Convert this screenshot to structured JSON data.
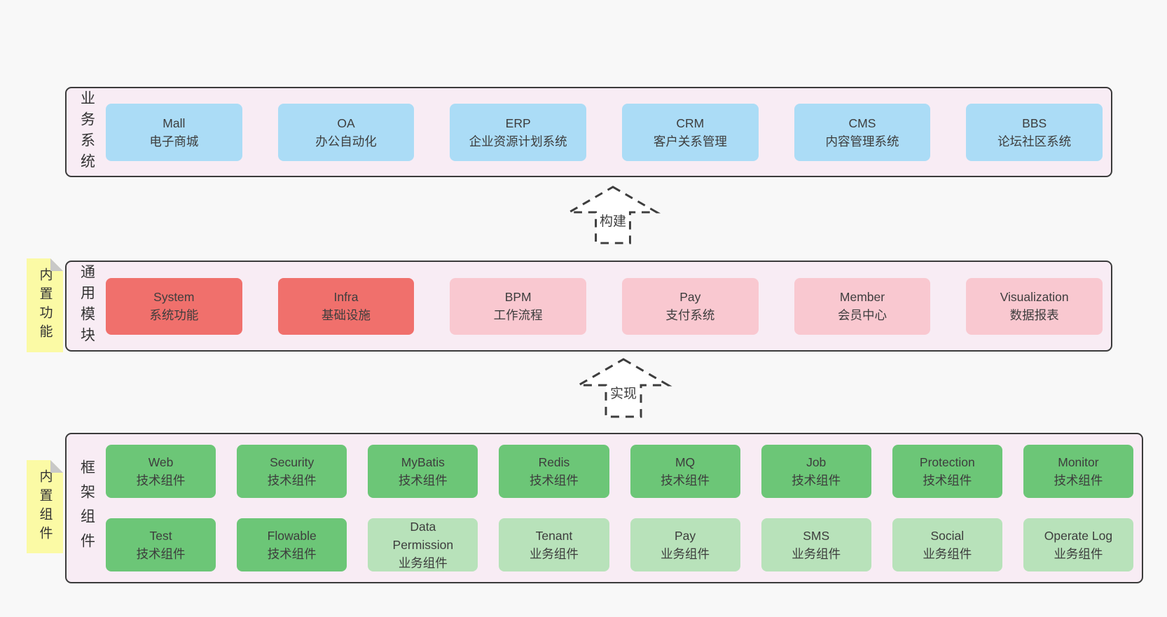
{
  "diagram": {
    "colors": {
      "page_bg": "#f8f8f8",
      "band_bg": "#f8ecf4",
      "band_border": "#3b3b3b",
      "blue": "#abdcf6",
      "red": "#f0706c",
      "pink": "#f9c8d0",
      "green": "#6cc677",
      "green_light": "#b8e2ba",
      "note_yellow": "#fbfaa5",
      "note_fold": "#c8c8c8",
      "text": "#3d3d3d"
    },
    "arrows": [
      {
        "label": "构建"
      },
      {
        "label": "实现"
      }
    ],
    "notes": [
      {
        "label": "内置功能"
      },
      {
        "label": "内置组件"
      }
    ],
    "bands": [
      {
        "label": "业务系统",
        "boxes": [
          {
            "name": "Mall",
            "desc": "电子商城",
            "color": "blue"
          },
          {
            "name": "OA",
            "desc": "办公自动化",
            "color": "blue"
          },
          {
            "name": "ERP",
            "desc": "企业资源计划系统",
            "color": "blue"
          },
          {
            "name": "CRM",
            "desc": "客户关系管理",
            "color": "blue"
          },
          {
            "name": "CMS",
            "desc": "内容管理系统",
            "color": "blue"
          },
          {
            "name": "BBS",
            "desc": "论坛社区系统",
            "color": "blue"
          }
        ]
      },
      {
        "label": "通用模块",
        "boxes": [
          {
            "name": "System",
            "desc": "系统功能",
            "color": "red"
          },
          {
            "name": "Infra",
            "desc": "基础设施",
            "color": "red"
          },
          {
            "name": "BPM",
            "desc": "工作流程",
            "color": "pink"
          },
          {
            "name": "Pay",
            "desc": "支付系统",
            "color": "pink"
          },
          {
            "name": "Member",
            "desc": "会员中心",
            "color": "pink"
          },
          {
            "name": "Visualization",
            "desc": "数据报表",
            "color": "pink"
          }
        ]
      },
      {
        "label": "框架组件",
        "boxes": [
          {
            "name": "Web",
            "desc": "技术组件",
            "color": "green"
          },
          {
            "name": "Security",
            "desc": "技术组件",
            "color": "green"
          },
          {
            "name": "MyBatis",
            "desc": "技术组件",
            "color": "green"
          },
          {
            "name": "Redis",
            "desc": "技术组件",
            "color": "green"
          },
          {
            "name": "MQ",
            "desc": "技术组件",
            "color": "green"
          },
          {
            "name": "Job",
            "desc": "技术组件",
            "color": "green"
          },
          {
            "name": "Protection",
            "desc": "技术组件",
            "color": "green"
          },
          {
            "name": "Monitor",
            "desc": "技术组件",
            "color": "green"
          },
          {
            "name": "Test",
            "desc": "技术组件",
            "color": "green"
          },
          {
            "name": "Flowable",
            "desc": "技术组件",
            "color": "green"
          },
          {
            "name": "Data\nPermission",
            "desc": "业务组件",
            "color": "green-light"
          },
          {
            "name": "Tenant",
            "desc": "业务组件",
            "color": "green-light"
          },
          {
            "name": "Pay",
            "desc": "业务组件",
            "color": "green-light"
          },
          {
            "name": "SMS",
            "desc": "业务组件",
            "color": "green-light"
          },
          {
            "name": "Social",
            "desc": "业务组件",
            "color": "green-light"
          },
          {
            "name": "Operate Log",
            "desc": "业务组件",
            "color": "green-light"
          }
        ]
      }
    ]
  }
}
